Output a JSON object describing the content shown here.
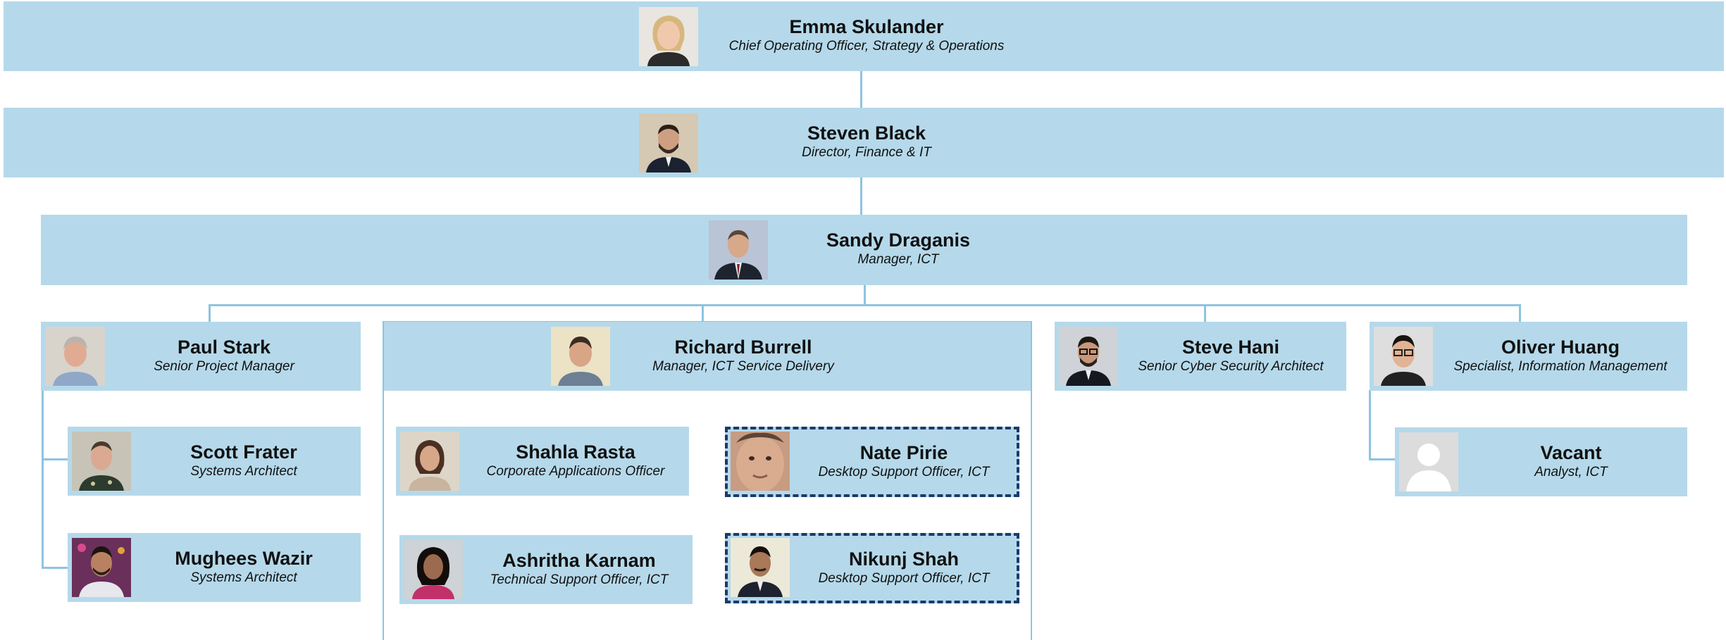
{
  "people": {
    "emma": {
      "name": "Emma Skulander",
      "title": "Chief Operating Officer, Strategy & Operations",
      "photo": "woman-blonde-photo"
    },
    "steven": {
      "name": "Steven Black",
      "title": "Director, Finance & IT",
      "photo": "man-beard-photo"
    },
    "sandy": {
      "name": "Sandy Draganis",
      "title": "Manager, ICT",
      "photo": "man-suit-photo"
    },
    "paul": {
      "name": "Paul Stark",
      "title": "Senior Project Manager",
      "photo": "man-grey-hair-photo"
    },
    "richard": {
      "name": "Richard Burrell",
      "title": "Manager, ICT Service Delivery",
      "photo": "man-photo"
    },
    "steve": {
      "name": "Steve Hani",
      "title": "Senior Cyber Security Architect",
      "photo": "man-glasses-photo"
    },
    "oliver": {
      "name": "Oliver Huang",
      "title": "Specialist, Information Management",
      "photo": "man-glasses-photo"
    },
    "scott": {
      "name": "Scott Frater",
      "title": "Systems Architect",
      "photo": "man-photo"
    },
    "mughees": {
      "name": "Mughees Wazir",
      "title": "Systems Architect",
      "photo": "man-photo"
    },
    "shahla": {
      "name": "Shahla Rasta",
      "title": "Corporate Applications Officer",
      "photo": "woman-photo"
    },
    "ashritha": {
      "name": "Ashritha Karnam",
      "title": "Technical Support Officer, ICT",
      "photo": "woman-photo"
    },
    "nate": {
      "name": "Nate Pirie",
      "title": "Desktop Support Officer, ICT",
      "photo": "man-closeup-photo"
    },
    "nikunj": {
      "name": "Nikunj Shah",
      "title": "Desktop Support Officer, ICT",
      "photo": "man-photo"
    },
    "vacant": {
      "name": "Vacant",
      "title": "Analyst, ICT",
      "photo": "placeholder-avatar"
    }
  },
  "colors": {
    "card_fill": "#b5d9ea",
    "connector": "#8ec4e0",
    "dashed_border": "#1b3a6b",
    "text": "#111111"
  }
}
